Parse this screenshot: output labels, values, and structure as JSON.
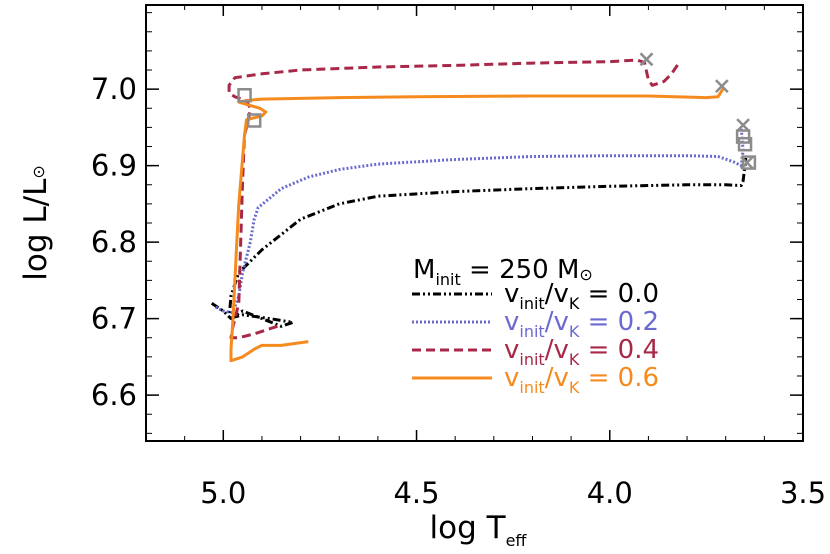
{
  "chart_data": {
    "type": "line",
    "title": "",
    "xlabel": {
      "main": "log T",
      "sub": "eff"
    },
    "ylabel": {
      "main": "log L/L",
      "sub": "⊙"
    },
    "xlim": [
      5.2,
      3.5
    ],
    "ylim": [
      6.54,
      7.11
    ],
    "x_reversed": true,
    "xticks": [
      {
        "value": 5.0,
        "label": "5.0"
      },
      {
        "value": 4.5,
        "label": "4.5"
      },
      {
        "value": 4.0,
        "label": "4.0"
      },
      {
        "value": 3.5,
        "label": "3.5"
      }
    ],
    "yticks": [
      {
        "value": 6.6,
        "label": "6.6"
      },
      {
        "value": 6.7,
        "label": "6.7"
      },
      {
        "value": 6.8,
        "label": "6.8"
      },
      {
        "value": 6.9,
        "label": "6.9"
      },
      {
        "value": 7.0,
        "label": "7.0"
      }
    ],
    "legend": {
      "position": "bottom-right",
      "header": {
        "main": "M",
        "sub": "init",
        "rest": " = 250 M",
        "sun": "⊙"
      },
      "entries": [
        {
          "series": 0,
          "label_v": "v",
          "label_sub": "init",
          "label_mid": "/v",
          "label_sub2": "K",
          "label_eq": " = ",
          "value": "0.0"
        },
        {
          "series": 1,
          "label_v": "v",
          "label_sub": "init",
          "label_mid": "/v",
          "label_sub2": "K",
          "label_eq": " = ",
          "value": "0.2"
        },
        {
          "series": 2,
          "label_v": "v",
          "label_sub": "init",
          "label_mid": "/v",
          "label_sub2": "K",
          "label_eq": " = ",
          "value": "0.4"
        },
        {
          "series": 3,
          "label_v": "v",
          "label_sub": "init",
          "label_mid": "/v",
          "label_sub2": "K",
          "label_eq": " = ",
          "value": "0.6"
        }
      ]
    },
    "series": [
      {
        "color": "#000000",
        "dash": "dashdotdot",
        "text_color": "#000000",
        "points": [
          [
            5.03,
            6.72
          ],
          [
            5.0,
            6.71
          ],
          [
            4.98,
            6.7
          ],
          [
            4.95,
            6.71
          ],
          [
            4.9,
            6.7
          ],
          [
            4.85,
            6.69
          ],
          [
            4.82,
            6.695
          ],
          [
            4.88,
            6.7
          ],
          [
            4.95,
            6.705
          ],
          [
            4.985,
            6.7
          ],
          [
            4.98,
            6.73
          ],
          [
            4.96,
            6.76
          ],
          [
            4.9,
            6.79
          ],
          [
            4.85,
            6.81
          ],
          [
            4.8,
            6.83
          ],
          [
            4.7,
            6.85
          ],
          [
            4.6,
            6.86
          ],
          [
            4.4,
            6.866
          ],
          [
            4.2,
            6.87
          ],
          [
            4.0,
            6.873
          ],
          [
            3.8,
            6.875
          ],
          [
            3.7,
            6.875
          ],
          [
            3.66,
            6.874
          ],
          [
            3.655,
            6.88
          ],
          [
            3.65,
            6.9
          ],
          [
            3.648,
            6.91
          ]
        ]
      },
      {
        "color": "#6a6ad0",
        "dash": "dotted",
        "text_color": "#6a6ad0",
        "points": [
          [
            5.02,
            6.715
          ],
          [
            5.0,
            6.71
          ],
          [
            4.98,
            6.708
          ],
          [
            4.97,
            6.715
          ],
          [
            4.96,
            6.73
          ],
          [
            4.95,
            6.76
          ],
          [
            4.93,
            6.8
          ],
          [
            4.92,
            6.83
          ],
          [
            4.91,
            6.845
          ],
          [
            4.85,
            6.87
          ],
          [
            4.78,
            6.885
          ],
          [
            4.7,
            6.895
          ],
          [
            4.6,
            6.902
          ],
          [
            4.4,
            6.908
          ],
          [
            4.2,
            6.912
          ],
          [
            4.0,
            6.913
          ],
          [
            3.8,
            6.913
          ],
          [
            3.72,
            6.912
          ],
          [
            3.68,
            6.905
          ],
          [
            3.66,
            6.9
          ],
          [
            3.655,
            6.92
          ],
          [
            3.66,
            6.95
          ]
        ]
      },
      {
        "color": "#a82848",
        "dash": "dashed",
        "text_color": "#a82848",
        "points": [
          [
            4.86,
            6.69
          ],
          [
            4.92,
            6.68
          ],
          [
            4.96,
            6.675
          ],
          [
            4.98,
            6.675
          ],
          [
            4.975,
            6.69
          ],
          [
            4.96,
            6.72
          ],
          [
            4.955,
            6.8
          ],
          [
            4.95,
            6.88
          ],
          [
            4.945,
            6.94
          ],
          [
            4.935,
            6.96
          ],
          [
            4.93,
            6.975
          ],
          [
            4.94,
            6.985
          ],
          [
            4.97,
            6.99
          ],
          [
            4.985,
            6.995
          ],
          [
            4.985,
            7.005
          ],
          [
            4.97,
            7.015
          ],
          [
            4.9,
            7.02
          ],
          [
            4.8,
            7.025
          ],
          [
            4.6,
            7.029
          ],
          [
            4.4,
            7.031
          ],
          [
            4.2,
            7.034
          ],
          [
            4.0,
            7.036
          ],
          [
            3.93,
            7.038
          ],
          [
            3.91,
            7.035
          ],
          [
            3.9,
            7.012
          ],
          [
            3.89,
            7.005
          ],
          [
            3.86,
            7.01
          ],
          [
            3.84,
            7.02
          ],
          [
            3.82,
            7.035
          ]
        ]
      },
      {
        "color": "#f58b1f",
        "dash": "solid",
        "text_color": "#f58b1f",
        "points": [
          [
            4.78,
            6.67
          ],
          [
            4.85,
            6.665
          ],
          [
            4.9,
            6.665
          ],
          [
            4.92,
            6.66
          ],
          [
            4.95,
            6.65
          ],
          [
            4.98,
            6.645
          ],
          [
            4.98,
            6.66
          ],
          [
            4.975,
            6.7
          ],
          [
            4.97,
            6.75
          ],
          [
            4.965,
            6.8
          ],
          [
            4.96,
            6.85
          ],
          [
            4.955,
            6.88
          ],
          [
            4.95,
            6.91
          ],
          [
            4.945,
            6.94
          ],
          [
            4.94,
            6.96
          ],
          [
            4.9,
            6.965
          ],
          [
            4.89,
            6.97
          ],
          [
            4.905,
            6.975
          ],
          [
            4.94,
            6.98
          ],
          [
            4.96,
            6.983
          ],
          [
            4.94,
            6.985
          ],
          [
            4.9,
            6.987
          ],
          [
            4.7,
            6.989
          ],
          [
            4.5,
            6.99
          ],
          [
            4.2,
            6.991
          ],
          [
            3.9,
            6.991
          ],
          [
            3.75,
            6.989
          ],
          [
            3.72,
            6.99
          ],
          [
            3.705,
            7.002
          ]
        ]
      }
    ],
    "markers": {
      "squares": [
        [
          4.945,
          6.992
        ],
        [
          4.92,
          6.959
        ],
        [
          3.655,
          6.938
        ],
        [
          3.65,
          6.928
        ],
        [
          3.64,
          6.904
        ]
      ],
      "crosses": [
        [
          3.905,
          7.039
        ],
        [
          3.71,
          7.004
        ],
        [
          3.655,
          6.953
        ],
        [
          3.645,
          6.904
        ]
      ],
      "color": "#8c8c8c"
    }
  }
}
